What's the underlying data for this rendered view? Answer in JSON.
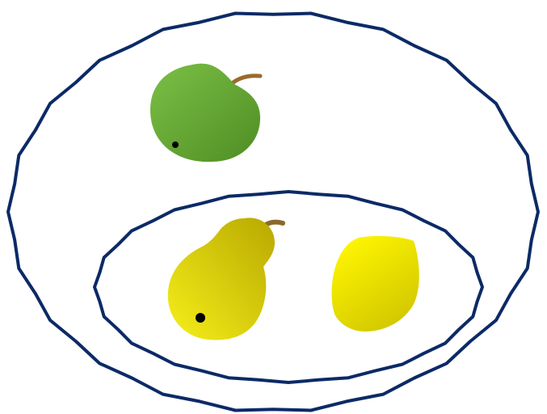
{
  "diagram": {
    "kind": "fruit-sets",
    "background": "#ffffff",
    "outline_color": "#0b2a66",
    "sets": [
      {
        "name": "outer-set",
        "contains": [
          "apple",
          "inner-set"
        ]
      },
      {
        "name": "inner-set",
        "contains": [
          "pear",
          "lemon"
        ]
      }
    ],
    "fruits": [
      {
        "name": "apple",
        "color_light": "#7cc046",
        "color_dark": "#4f8d24",
        "stem_color": "#9a6a2e"
      },
      {
        "name": "pear",
        "color_light": "#f6ef1a",
        "color_dark": "#b8a800",
        "stem_color": "#8a6a2a"
      },
      {
        "name": "lemon",
        "color_light": "#fff700",
        "color_dark": "#cfc400"
      }
    ]
  }
}
